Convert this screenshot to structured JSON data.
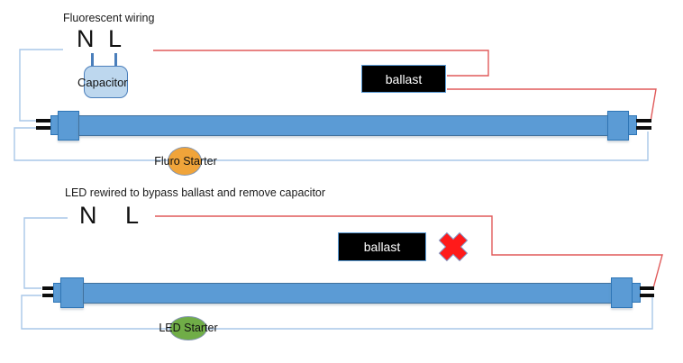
{
  "colors": {
    "tube_fill": "#5b9bd5",
    "tube_border": "#41719c",
    "cap_border": "#2e75b6",
    "wire_red": "#e05a5a",
    "wire_blue": "#a9c7e8",
    "capacitor_fill": "#bdd7ee",
    "capacitor_border": "#4a7ebb",
    "fluro_starter_fill": "#f0a43a",
    "led_starter_fill": "#70ad47",
    "starter_border": "#8496b0",
    "ballast_fill": "#000000",
    "ballast_border": "#5b9bd5",
    "ballast_text": "#ffffff",
    "cross_red": "#ff1a1a"
  },
  "top_diagram": {
    "title": "Fluorescent wiring",
    "neutral_label": "N",
    "live_label": "L",
    "capacitor_label": "Capacitor",
    "ballast_label": "ballast",
    "starter_label": "Fluro Starter"
  },
  "bottom_diagram": {
    "title": "LED rewired to bypass ballast and remove capacitor",
    "neutral_label": "N",
    "live_label": "L",
    "ballast_label": "ballast",
    "starter_label": "LED Starter"
  }
}
